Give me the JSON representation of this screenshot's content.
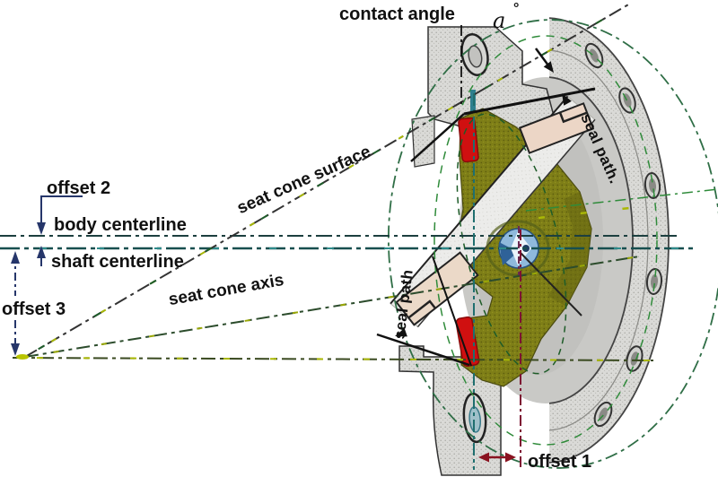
{
  "labels": {
    "contact_angle": "contact angle",
    "angle_symbol": "a",
    "degree_symbol": "°",
    "seal_path_upper": "seal path.",
    "seat_cone_surface": "seat cone surface",
    "offset_2": "offset 2",
    "body_centerline": "body centerline",
    "shaft_centerline": "shaft centerline",
    "offset_3": "offset 3",
    "seat_cone_axis": "seat cone axis",
    "seal_path_lower": "seal path",
    "offset_1": "offset 1"
  },
  "colors": {
    "background": "#ffffff",
    "body_gray": "#d9d9d6",
    "disc_olive": "#7e7e17",
    "seal_red": "#d01010",
    "seat_beige": "#ebd9c8",
    "hub_blue": "#8fb9dc",
    "centerline_teal": "#1f6f6f",
    "offset1_red": "#7d1232",
    "offset_arrow_blue": "#26366a",
    "seal_path_green": "#2f6e46",
    "accent_yellow_green": "#a8b806",
    "line_black": "#1a1a1a"
  }
}
